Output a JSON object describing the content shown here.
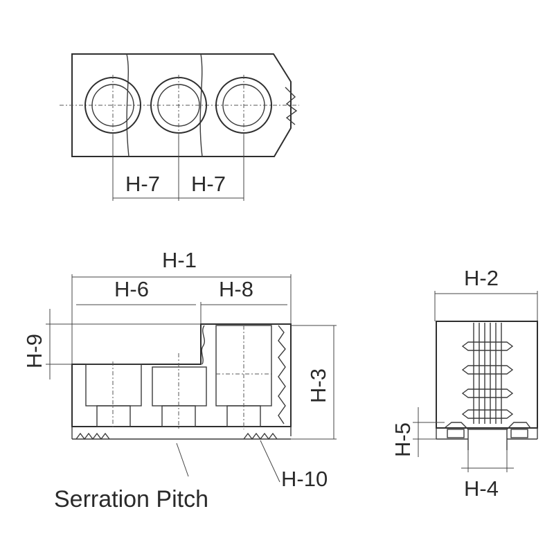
{
  "labels": {
    "h1": "H-1",
    "h2": "H-2",
    "h3": "H-3",
    "h4": "H-4",
    "h5": "H-5",
    "h6": "H-6",
    "h7_left": "H-7",
    "h7_right": "H-7",
    "h8": "H-8",
    "h9": "H-9",
    "h10": "H-10"
  },
  "caption": "Serration  Pitch"
}
